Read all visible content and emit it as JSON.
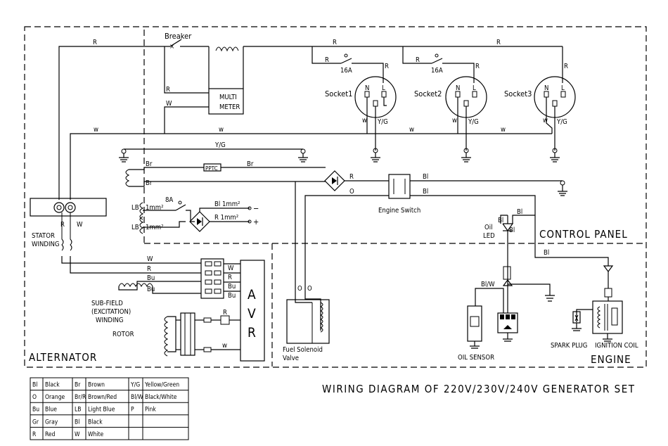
{
  "sections": {
    "control_panel": "CONTROL PANEL",
    "alternator": "ALTERNATOR",
    "engine": "ENGINE"
  },
  "diagram_title": "WIRING DIAGRAM OF 220V/230V/240V GENERATOR SET",
  "components": {
    "breaker": "Breaker",
    "multimeter_line1": "MULTI",
    "multimeter_line2": "METER",
    "socket1": "Socket1",
    "socket2": "Socket2",
    "socket3": "Socket3",
    "fuse_rating_16a": "16A",
    "fuse_rating_8a": "8A",
    "ptc": "PPTC",
    "engine_switch": "Engine Switch",
    "stator_line1": "STATOR",
    "stator_line2": "WINDING",
    "subfield_line1": "SUB-FIELD",
    "subfield_line2": "(EXCITATION)",
    "subfield_line3": "WINDING",
    "rotor": "ROTOR",
    "avr_a": "A",
    "avr_v": "V",
    "avr_r": "R",
    "fuel_line1": "Fuel Solenoid",
    "fuel_line2": "Valve",
    "oil_led_line1": "Oil",
    "oil_led_line2": "LED",
    "oil_sensor": "OIL SENSOR",
    "spark_plug": "SPARK PLUG",
    "ignition_coil": "IGNITION COIL",
    "dc_minus": "−",
    "dc_plus": "+"
  },
  "wire_labels": {
    "r": "R",
    "w_upper": "W",
    "w_lower": "w",
    "n": "N",
    "l": "L",
    "yg": "Y/G",
    "br": "Br",
    "bl": "Bl",
    "lb": "LB",
    "bu": "Bu",
    "o": "O",
    "blw": "Bl/W",
    "lb_1mm": "1mm²",
    "bl_1mm": "Bl 1mm²",
    "r_1mm": "R 1mm²"
  },
  "legend": [
    {
      "code": "Bl",
      "color": "Black",
      "code2": "Br",
      "color2": "Brown",
      "code3": "Y/G",
      "color3": "Yellow/Green"
    },
    {
      "code": "O",
      "color": "Orange",
      "code2": "Br/R",
      "color2": "Brown/Red",
      "code3": "Bl/W",
      "color3": "Black/White"
    },
    {
      "code": "Bu",
      "color": "Blue",
      "code2": "LB",
      "color2": "Light Blue",
      "code3": "P",
      "color3": "Pink"
    },
    {
      "code": "Gr",
      "color": "Gray",
      "code2": "Bl",
      "color2": "Black",
      "code3": "",
      "color3": ""
    },
    {
      "code": "R",
      "color": "Red",
      "code2": "W",
      "color2": "White",
      "code3": "",
      "color3": ""
    }
  ]
}
